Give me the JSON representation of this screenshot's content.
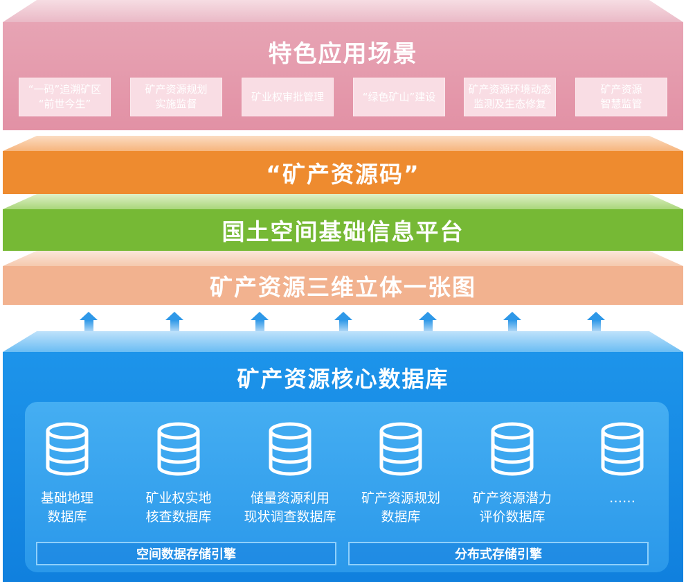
{
  "app_layer": {
    "title": "特色应用场景",
    "items": [
      {
        "label": "“一码”追溯矿区\n“前世今生”"
      },
      {
        "label": "矿产资源规划\n实施监督"
      },
      {
        "label": "矿业权审批管理"
      },
      {
        "label": "“绿色矿山”建设"
      },
      {
        "label": "矿产资源环境动态\n监测及生态修复"
      },
      {
        "label": "矿产资源\n智慧监管"
      }
    ]
  },
  "code_layer": {
    "title": "“矿产资源码”"
  },
  "platform_layer": {
    "title": "国土空间基础信息平台"
  },
  "map_layer": {
    "title": "矿产资源三维立体一张图"
  },
  "db_layer": {
    "title": "矿产资源核心数据库",
    "databases": [
      {
        "label": "基础地理\n数据库"
      },
      {
        "label": "矿业权实地\n核查数据库"
      },
      {
        "label": "储量资源利用\n现状调查数据库"
      },
      {
        "label": "矿产资源规划\n数据库"
      },
      {
        "label": "矿产资源潜力\n评价数据库"
      },
      {
        "label": "……"
      }
    ],
    "engines": [
      {
        "label": "空间数据存储引擎"
      },
      {
        "label": "分布式存储引擎"
      }
    ]
  },
  "colors": {
    "app": "#e291a5",
    "code": "#ee8b2f",
    "platform": "#76b935",
    "map": "#f2b28f",
    "database": "#1a8be4"
  },
  "icons": {
    "arrow": "up-arrow-icon",
    "database": "database-icon"
  }
}
